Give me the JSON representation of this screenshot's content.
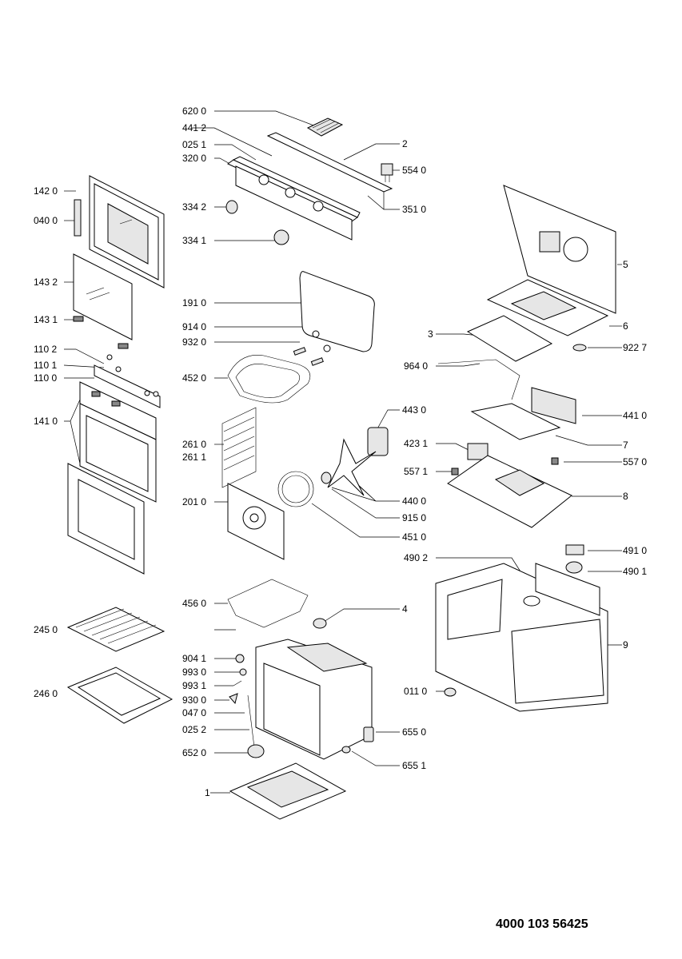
{
  "document_number": "4000 103 56425",
  "part_labels": [
    "620 0",
    "441 2",
    "025 1",
    "320 0",
    "2",
    "554 0",
    "351 0",
    "334 2",
    "334 1",
    "142 0",
    "040 0",
    "143 2",
    "143 1",
    "191 0",
    "914 0",
    "932 0",
    "452 0",
    "110 2",
    "110 1",
    "110 0",
    "141 0",
    "261 0",
    "261 1",
    "201 0",
    "443 0",
    "440 0",
    "915 0",
    "451 0",
    "5",
    "6",
    "3",
    "922 7",
    "964 0",
    "441 0",
    "423 1",
    "7",
    "557 1",
    "557 0",
    "8",
    "490 2",
    "491 0",
    "490 1",
    "9",
    "245 0",
    "246 0",
    "456 0",
    "4",
    "904 1",
    "993 0",
    "993 1",
    "930 0",
    "047 0",
    "025 2",
    "652 0",
    "1",
    "011 0",
    "655 0",
    "655 1"
  ]
}
